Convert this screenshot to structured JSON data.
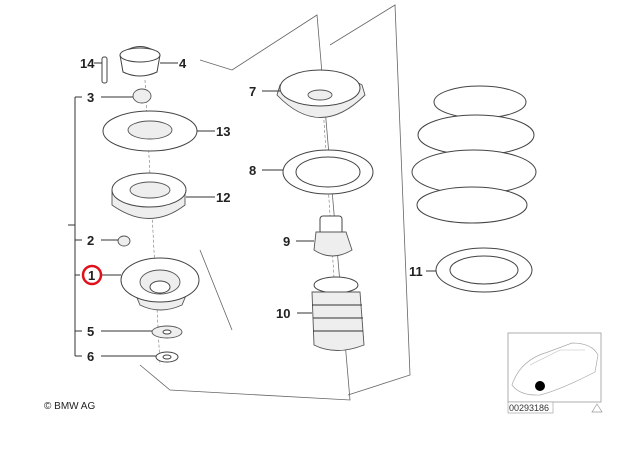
{
  "diagram": {
    "callouts": {
      "p1": "1",
      "p2": "2",
      "p3": "3",
      "p4": "4",
      "p5": "5",
      "p6": "6",
      "p7": "7",
      "p8": "8",
      "p9": "9",
      "p10": "10",
      "p11": "11",
      "p12": "12",
      "p13": "13",
      "p14": "14"
    },
    "highlighted_part": "1",
    "highlight_color": "#e0101a",
    "copyright": "© BMW AG",
    "thumbnail": {
      "code": "00293186"
    }
  }
}
